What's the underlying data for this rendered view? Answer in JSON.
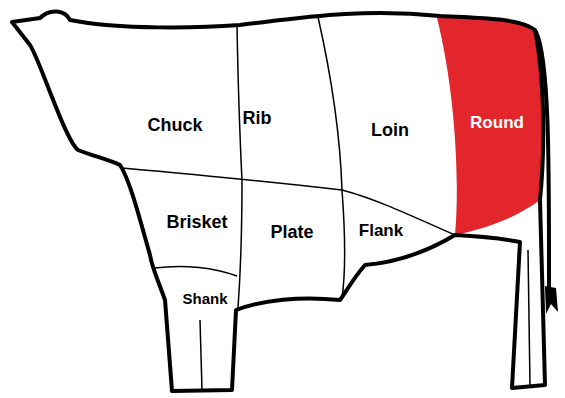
{
  "diagram": {
    "labels": [
      "Chuck",
      "Rib",
      "Loin",
      "Round",
      "Brisket",
      "Plate",
      "Flank",
      "Shank"
    ]
  }
}
